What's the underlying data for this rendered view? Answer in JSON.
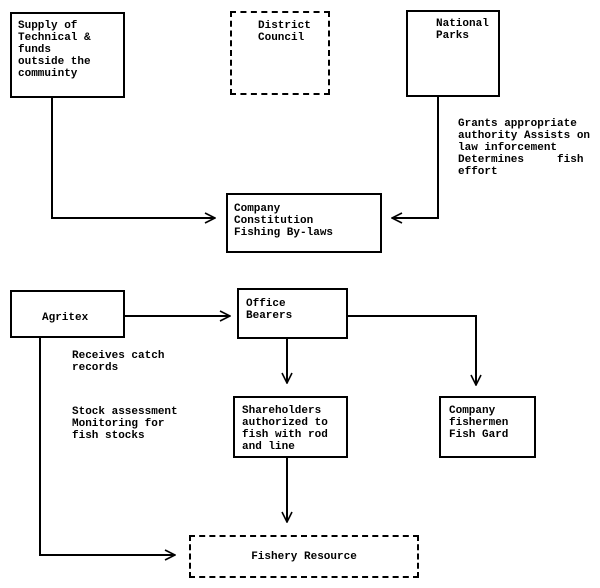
{
  "nodes": {
    "supply": "Supply of\nTechnical &\nfunds\noutside the\ncommuinty",
    "district_council": "District\nCouncil",
    "national_parks": "National\nParks",
    "company_constitution": "Company\nConstitution\nFishing By-laws",
    "agritex": "Agritex",
    "office_bearers": "Office\nBearers",
    "shareholders": "Shareholders\nauthorized to\nfish with rod\nand line",
    "company_fishermen": "Company\nfishermen\nFish Gard",
    "fishery_resource": "Fishery Resource"
  },
  "annotations": {
    "national_parks_roles": "Grants appropriate\nauthority Assists on\nlaw inforcement\nDetermines     fish\neffort",
    "agritex_catch": "Receives catch\nrecords",
    "agritex_stock": "Stock assessment\nMonitoring for\nfish stocks"
  }
}
